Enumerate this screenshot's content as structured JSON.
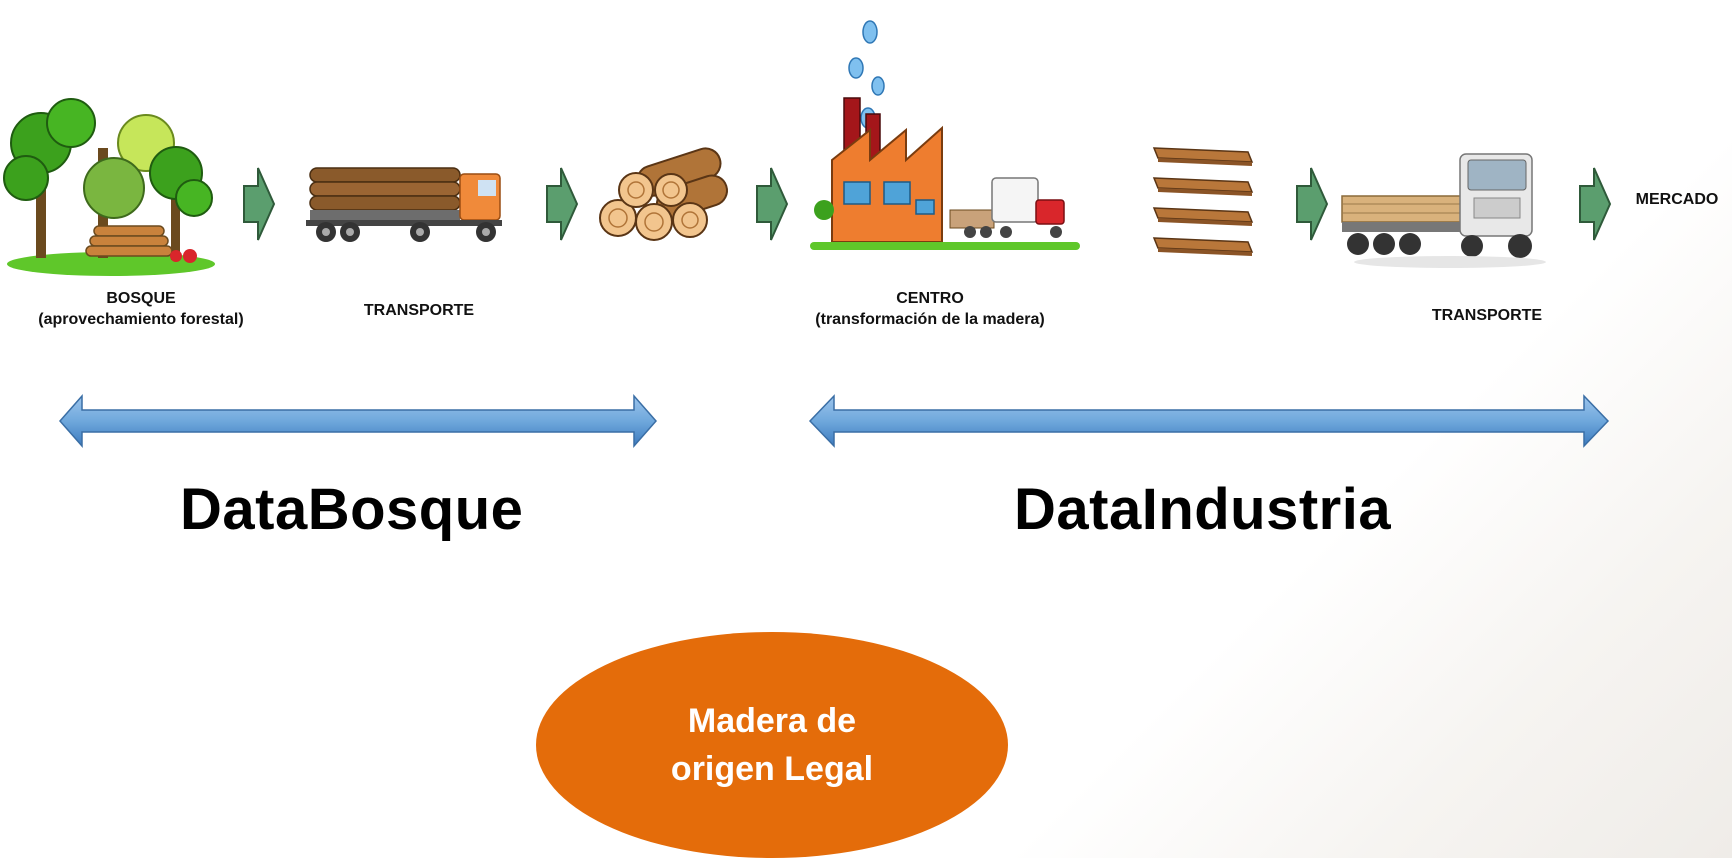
{
  "nodes": {
    "bosque": {
      "title": "BOSQUE",
      "subtitle": "(aprovechamiento forestal)"
    },
    "transporte1": {
      "title": "TRANSPORTE"
    },
    "centro": {
      "title": "CENTRO",
      "subtitle": "(transformación de la madera)"
    },
    "transporte2": {
      "title": "TRANSPORTE"
    },
    "mercado": {
      "title": "MERCADO"
    }
  },
  "ranges": {
    "left": {
      "label": "DataBosque"
    },
    "right": {
      "label": "DataIndustria"
    }
  },
  "result": {
    "line1": "Madera de",
    "line2": "origen Legal"
  },
  "colors": {
    "flow_arrow": "#5b9e6e",
    "range_arrow": "#6fa8dc",
    "result_fill": "#e46c0a",
    "result_text": "#ffffff"
  }
}
